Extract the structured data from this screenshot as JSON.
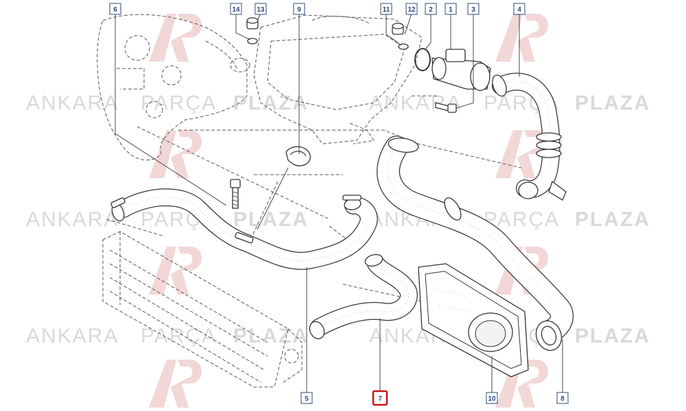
{
  "watermark": {
    "word1": "ANKARA",
    "word2": "PARÇA",
    "word3": "PLAZA",
    "logo_color": "#e9b8b8",
    "text_color": "#d9d9d9"
  },
  "callouts": [
    {
      "id": "6",
      "highlighted": false
    },
    {
      "id": "14",
      "highlighted": false
    },
    {
      "id": "13",
      "highlighted": false
    },
    {
      "id": "9",
      "highlighted": false
    },
    {
      "id": "11",
      "highlighted": false
    },
    {
      "id": "12",
      "highlighted": false
    },
    {
      "id": "2",
      "highlighted": false
    },
    {
      "id": "1",
      "highlighted": false
    },
    {
      "id": "3",
      "highlighted": false
    },
    {
      "id": "4",
      "highlighted": false
    },
    {
      "id": "5",
      "highlighted": false
    },
    {
      "id": "7",
      "highlighted": true
    },
    {
      "id": "10",
      "highlighted": false
    },
    {
      "id": "8",
      "highlighted": false
    }
  ],
  "colors": {
    "callout_border": "#2b4a7a",
    "highlight_border": "#cc1111",
    "line": "#333333"
  }
}
